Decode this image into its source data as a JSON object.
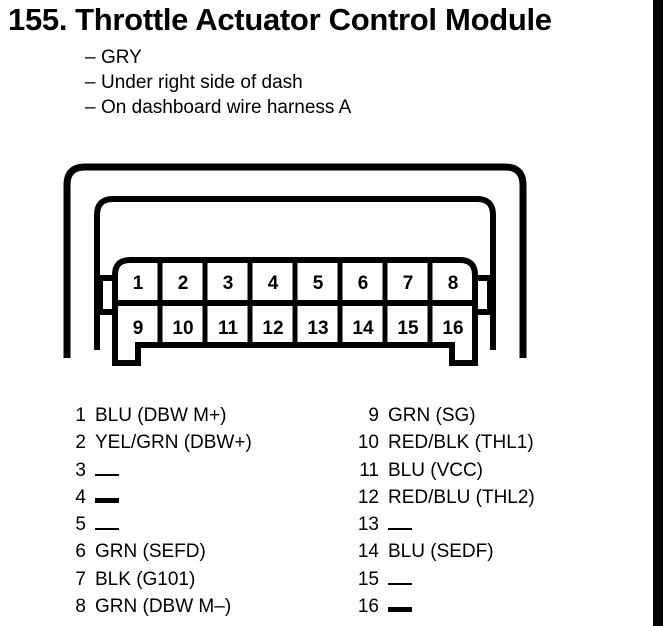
{
  "page": {
    "section_number": "155.",
    "title": "Throttle Actuator Control Module"
  },
  "details": [
    {
      "dash": "–",
      "text": "GRY"
    },
    {
      "dash": "–",
      "text": "Under right side of dash"
    },
    {
      "dash": "–",
      "text": "On dashboard wire harness A"
    }
  ],
  "connector": {
    "type": "16-pin rectangular connector",
    "rows": 2,
    "columns": 8,
    "top_row_pins": [
      "1",
      "2",
      "3",
      "4",
      "5",
      "6",
      "7",
      "8"
    ],
    "bottom_row_pins": [
      "9",
      "10",
      "11",
      "12",
      "13",
      "14",
      "15",
      "16"
    ]
  },
  "pinout": {
    "left_column": [
      {
        "pin": "1",
        "value": "BLU (DBW M+)",
        "empty": false,
        "bold_dash": false
      },
      {
        "pin": "2",
        "value": "YEL/GRN (DBW+)",
        "empty": false,
        "bold_dash": false
      },
      {
        "pin": "3",
        "value": "—",
        "empty": true,
        "bold_dash": false
      },
      {
        "pin": "4",
        "value": "—",
        "empty": true,
        "bold_dash": true
      },
      {
        "pin": "5",
        "value": "—",
        "empty": true,
        "bold_dash": false
      },
      {
        "pin": "6",
        "value": "GRN (SEFD)",
        "empty": false,
        "bold_dash": false
      },
      {
        "pin": "7",
        "value": "BLK (G101)",
        "empty": false,
        "bold_dash": false
      },
      {
        "pin": "8",
        "value": "GRN (DBW M–)",
        "empty": false,
        "bold_dash": false
      }
    ],
    "right_column": [
      {
        "pin": "9",
        "value": "GRN (SG)",
        "empty": false,
        "bold_dash": false
      },
      {
        "pin": "10",
        "value": "RED/BLK (THL1)",
        "empty": false,
        "bold_dash": false
      },
      {
        "pin": "11",
        "value": "BLU (VCC)",
        "empty": false,
        "bold_dash": false
      },
      {
        "pin": "12",
        "value": "RED/BLU (THL2)",
        "empty": false,
        "bold_dash": false
      },
      {
        "pin": "13",
        "value": "—",
        "empty": true,
        "bold_dash": false
      },
      {
        "pin": "14",
        "value": "BLU (SEDF)",
        "empty": false,
        "bold_dash": false
      },
      {
        "pin": "15",
        "value": "—",
        "empty": true,
        "bold_dash": false
      },
      {
        "pin": "16",
        "value": "—",
        "empty": true,
        "bold_dash": true
      }
    ]
  },
  "colors": {
    "ink": "#000000",
    "paper": "#ffffff"
  }
}
